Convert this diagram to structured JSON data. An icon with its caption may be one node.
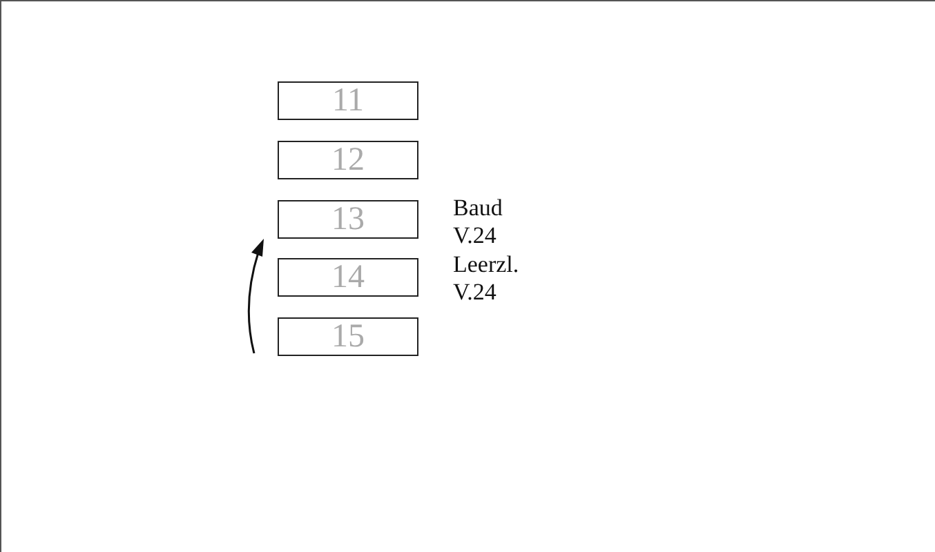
{
  "diagram": {
    "nodes": [
      {
        "text": [
          "11"
        ]
      },
      {
        "text": [
          "12"
        ]
      },
      {
        "text": [
          "13"
        ],
        "beside": [
          "Baud V.24"
        ]
      },
      {
        "text": [
          "14"
        ],
        "beside": [
          "Leerzl. V.24"
        ]
      },
      {
        "text": [
          "15"
        ]
      }
    ]
  }
}
